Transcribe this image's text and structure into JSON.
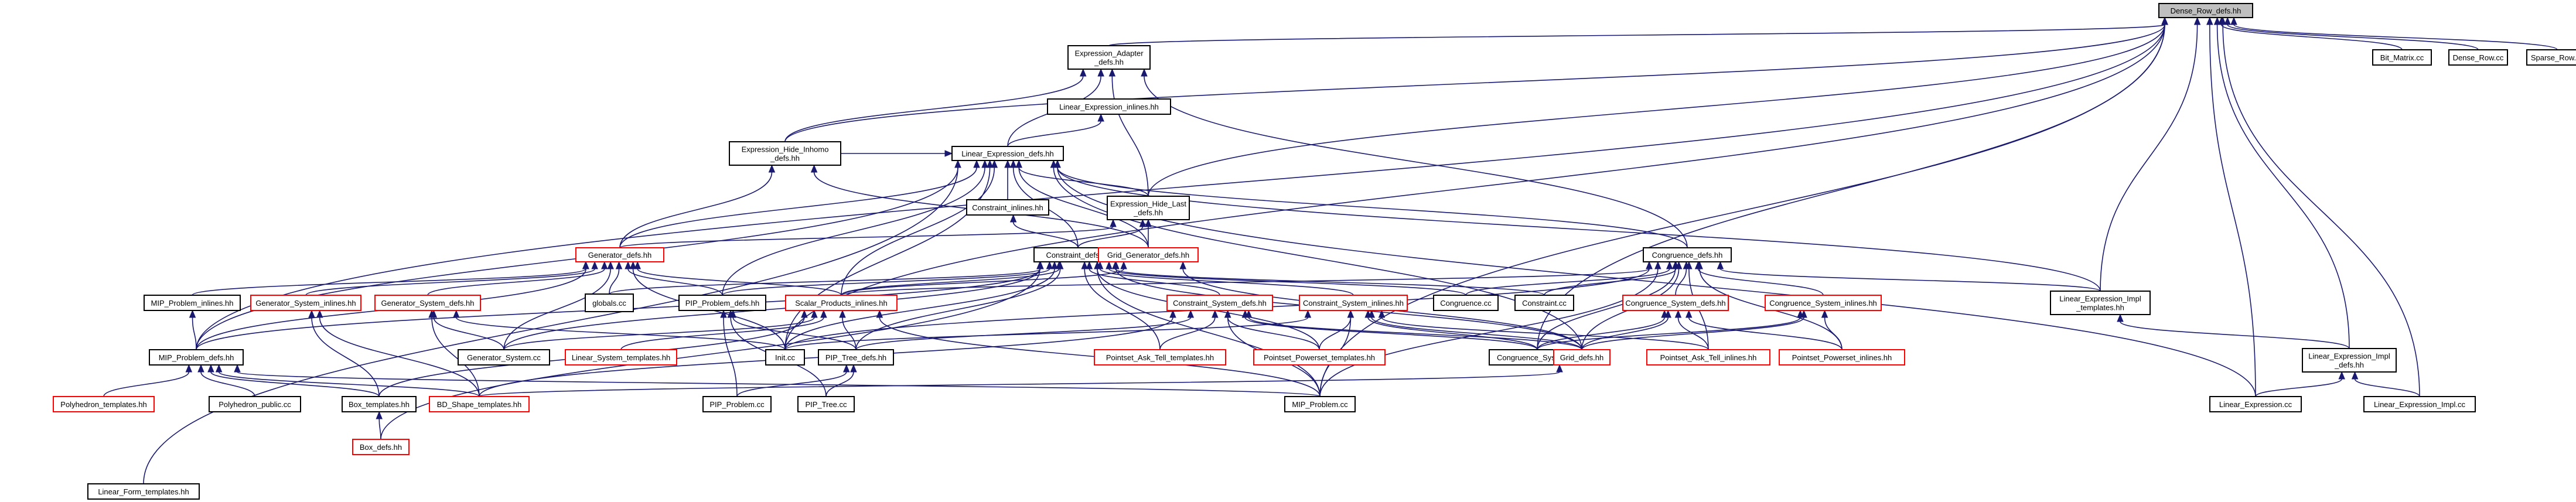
{
  "graph": {
    "root": "dense_row",
    "edge_color": "#191970",
    "nodes": [
      {
        "id": "dense_row",
        "lines": [
          "Dense_Row_defs.hh"
        ],
        "style": "root"
      },
      {
        "id": "bit_matrix",
        "lines": [
          "Bit_Matrix.cc"
        ],
        "style": "black"
      },
      {
        "id": "dense_row_cc",
        "lines": [
          "Dense_Row.cc"
        ],
        "style": "black"
      },
      {
        "id": "sparse_row_cc",
        "lines": [
          "Sparse_Row.cc"
        ],
        "style": "black"
      },
      {
        "id": "expr_adapter",
        "lines": [
          "Expression_Adapter",
          "_defs.hh"
        ],
        "style": "black"
      },
      {
        "id": "le_inlines",
        "lines": [
          "Linear_Expression_inlines.hh"
        ],
        "style": "black"
      },
      {
        "id": "expr_hide_inhomo",
        "lines": [
          "Expression_Hide_Inhomo",
          "_defs.hh"
        ],
        "style": "black"
      },
      {
        "id": "le_defs",
        "lines": [
          "Linear_Expression_defs.hh"
        ],
        "style": "black"
      },
      {
        "id": "constraint_inlines",
        "lines": [
          "Constraint_inlines.hh"
        ],
        "style": "black"
      },
      {
        "id": "expr_hide_last",
        "lines": [
          "Expression_Hide_Last",
          "_defs.hh"
        ],
        "style": "black"
      },
      {
        "id": "generator_defs",
        "lines": [
          "Generator_defs.hh"
        ],
        "style": "red"
      },
      {
        "id": "constraint_defs",
        "lines": [
          "Constraint_defs.hh"
        ],
        "style": "black"
      },
      {
        "id": "grid_generator_defs",
        "lines": [
          "Grid_Generator_defs.hh"
        ],
        "style": "red"
      },
      {
        "id": "congruence_defs",
        "lines": [
          "Congruence_defs.hh"
        ],
        "style": "black"
      },
      {
        "id": "mip_problem_inlines",
        "lines": [
          "MIP_Problem_inlines.hh"
        ],
        "style": "black"
      },
      {
        "id": "generator_system_inlines",
        "lines": [
          "Generator_System_inlines.hh"
        ],
        "style": "red"
      },
      {
        "id": "generator_system_defs",
        "lines": [
          "Generator_System_defs.hh"
        ],
        "style": "red"
      },
      {
        "id": "globals_cc",
        "lines": [
          "globals.cc"
        ],
        "style": "black"
      },
      {
        "id": "pip_problem_defs",
        "lines": [
          "PIP_Problem_defs.hh"
        ],
        "style": "black"
      },
      {
        "id": "scalar_products_inlines",
        "lines": [
          "Scalar_Products_inlines.hh"
        ],
        "style": "red"
      },
      {
        "id": "constraint_system_defs",
        "lines": [
          "Constraint_System_defs.hh"
        ],
        "style": "red"
      },
      {
        "id": "constraint_system_inlines",
        "lines": [
          "Constraint_System_inlines.hh"
        ],
        "style": "red"
      },
      {
        "id": "congruence_cc",
        "lines": [
          "Congruence.cc"
        ],
        "style": "black"
      },
      {
        "id": "constraint_cc",
        "lines": [
          "Constraint.cc"
        ],
        "style": "black"
      },
      {
        "id": "congruence_system_defs",
        "lines": [
          "Congruence_System_defs.hh"
        ],
        "style": "red"
      },
      {
        "id": "congruence_system_inlines",
        "lines": [
          "Congruence_System_inlines.hh"
        ],
        "style": "red"
      },
      {
        "id": "le_impl_templates",
        "lines": [
          "Linear_Expression_Impl",
          "_templates.hh"
        ],
        "style": "black"
      },
      {
        "id": "mip_problem_defs",
        "lines": [
          "MIP_Problem_defs.hh"
        ],
        "style": "black"
      },
      {
        "id": "generator_system_cc",
        "lines": [
          "Generator_System.cc"
        ],
        "style": "black"
      },
      {
        "id": "linear_system_templates",
        "lines": [
          "Linear_System_templates.hh"
        ],
        "style": "red"
      },
      {
        "id": "init_cc",
        "lines": [
          "Init.cc"
        ],
        "style": "black"
      },
      {
        "id": "pip_tree_defs",
        "lines": [
          "PIP_Tree_defs.hh"
        ],
        "style": "black"
      },
      {
        "id": "pointset_ask_tell_templates",
        "lines": [
          "Pointset_Ask_Tell_templates.hh"
        ],
        "style": "red"
      },
      {
        "id": "pointset_powerset_templates",
        "lines": [
          "Pointset_Powerset_templates.hh"
        ],
        "style": "red"
      },
      {
        "id": "congruence_system_cc",
        "lines": [
          "Congruence_System.cc"
        ],
        "style": "black"
      },
      {
        "id": "grid_defs",
        "lines": [
          "Grid_defs.hh"
        ],
        "style": "red"
      },
      {
        "id": "pointset_ask_tell_inlines",
        "lines": [
          "Pointset_Ask_Tell_inlines.hh"
        ],
        "style": "red"
      },
      {
        "id": "pointset_powerset_inlines",
        "lines": [
          "Pointset_Powerset_inlines.hh"
        ],
        "style": "red"
      },
      {
        "id": "le_impl_defs",
        "lines": [
          "Linear_Expression_Impl",
          "_defs.hh"
        ],
        "style": "black"
      },
      {
        "id": "polyhedron_templates",
        "lines": [
          "Polyhedron_templates.hh"
        ],
        "style": "red"
      },
      {
        "id": "polyhedron_public_cc",
        "lines": [
          "Polyhedron_public.cc"
        ],
        "style": "black"
      },
      {
        "id": "box_templates",
        "lines": [
          "Box_templates.hh"
        ],
        "style": "black"
      },
      {
        "id": "bd_shape_templates",
        "lines": [
          "BD_Shape_templates.hh"
        ],
        "style": "red"
      },
      {
        "id": "pip_problem_cc",
        "lines": [
          "PIP_Problem.cc"
        ],
        "style": "black"
      },
      {
        "id": "pip_tree_cc",
        "lines": [
          "PIP_Tree.cc"
        ],
        "style": "black"
      },
      {
        "id": "mip_problem_cc",
        "lines": [
          "MIP_Problem.cc"
        ],
        "style": "black"
      },
      {
        "id": "linear_expression_cc",
        "lines": [
          "Linear_Expression.cc"
        ],
        "style": "black"
      },
      {
        "id": "le_impl_cc",
        "lines": [
          "Linear_Expression_Impl.cc"
        ],
        "style": "black"
      },
      {
        "id": "box_defs",
        "lines": [
          "Box_defs.hh"
        ],
        "style": "red"
      },
      {
        "id": "linear_form_templates",
        "lines": [
          "Linear_Form_templates.hh"
        ],
        "style": "black"
      }
    ],
    "edges": [
      [
        "expr_adapter",
        "dense_row"
      ],
      [
        "bit_matrix",
        "dense_row"
      ],
      [
        "dense_row_cc",
        "dense_row"
      ],
      [
        "sparse_row_cc",
        "dense_row"
      ],
      [
        "expr_hide_inhomo",
        "dense_row"
      ],
      [
        "expr_hide_last",
        "dense_row"
      ],
      [
        "le_impl_templates",
        "dense_row"
      ],
      [
        "le_impl_defs",
        "dense_row"
      ],
      [
        "linear_expression_cc",
        "dense_row"
      ],
      [
        "le_impl_cc",
        "dense_row"
      ],
      [
        "mip_problem_cc",
        "dense_row"
      ],
      [
        "mip_problem_defs",
        "dense_row"
      ],
      [
        "init_cc",
        "dense_row"
      ],
      [
        "congruence_system_cc",
        "dense_row"
      ],
      [
        "expr_hide_inhomo",
        "expr_adapter"
      ],
      [
        "le_defs",
        "expr_adapter"
      ],
      [
        "expr_hide_last",
        "expr_adapter"
      ],
      [
        "congruence_defs",
        "expr_adapter"
      ],
      [
        "le_defs",
        "le_inlines"
      ],
      [
        "generator_defs",
        "expr_hide_inhomo"
      ],
      [
        "grid_generator_defs",
        "expr_hide_inhomo"
      ],
      [
        "expr_hide_inhomo",
        "le_defs"
      ],
      [
        "expr_hide_last",
        "le_defs"
      ],
      [
        "constraint_inlines",
        "le_defs"
      ],
      [
        "constraint_defs",
        "le_defs"
      ],
      [
        "generator_defs",
        "le_defs"
      ],
      [
        "grid_generator_defs",
        "le_defs"
      ],
      [
        "congruence_defs",
        "le_defs"
      ],
      [
        "pip_problem_defs",
        "le_defs"
      ],
      [
        "scalar_products_inlines",
        "le_defs"
      ],
      [
        "mip_problem_defs",
        "le_defs"
      ],
      [
        "le_impl_templates",
        "le_defs"
      ],
      [
        "linear_expression_cc",
        "le_defs"
      ],
      [
        "linear_form_templates",
        "le_defs"
      ],
      [
        "init_cc",
        "le_defs"
      ],
      [
        "grid_defs",
        "le_defs"
      ],
      [
        "constraint_defs",
        "constraint_inlines"
      ],
      [
        "constraint_defs",
        "expr_hide_last"
      ],
      [
        "generator_defs",
        "expr_hide_last"
      ],
      [
        "grid_generator_defs",
        "expr_hide_last"
      ],
      [
        "mip_problem_inlines",
        "generator_defs"
      ],
      [
        "generator_system_inlines",
        "generator_defs"
      ],
      [
        "generator_system_defs",
        "generator_defs"
      ],
      [
        "globals_cc",
        "generator_defs"
      ],
      [
        "pip_problem_defs",
        "generator_defs"
      ],
      [
        "scalar_products_inlines",
        "generator_defs"
      ],
      [
        "mip_problem_defs",
        "generator_defs"
      ],
      [
        "generator_system_cc",
        "generator_defs"
      ],
      [
        "init_cc",
        "generator_defs"
      ],
      [
        "mip_problem_defs",
        "constraint_defs"
      ],
      [
        "scalar_products_inlines",
        "constraint_defs"
      ],
      [
        "pip_problem_defs",
        "constraint_defs"
      ],
      [
        "constraint_system_defs",
        "constraint_defs"
      ],
      [
        "constraint_system_inlines",
        "constraint_defs"
      ],
      [
        "congruence_cc",
        "constraint_defs"
      ],
      [
        "constraint_cc",
        "constraint_defs"
      ],
      [
        "globals_cc",
        "constraint_defs"
      ],
      [
        "init_cc",
        "constraint_defs"
      ],
      [
        "pip_tree_defs",
        "constraint_defs"
      ],
      [
        "box_defs",
        "constraint_defs"
      ],
      [
        "pointset_ask_tell_templates",
        "constraint_defs"
      ],
      [
        "pointset_powerset_templates",
        "constraint_defs"
      ],
      [
        "grid_defs",
        "constraint_defs"
      ],
      [
        "mip_problem_cc",
        "constraint_defs"
      ],
      [
        "generator_system_cc",
        "constraint_defs"
      ],
      [
        "scalar_products_inlines",
        "grid_generator_defs"
      ],
      [
        "grid_defs",
        "grid_generator_defs"
      ],
      [
        "congruence_system_defs",
        "congruence_defs"
      ],
      [
        "congruence_system_inlines",
        "congruence_defs"
      ],
      [
        "congruence_cc",
        "congruence_defs"
      ],
      [
        "constraint_cc",
        "congruence_defs"
      ],
      [
        "le_impl_templates",
        "congruence_defs"
      ],
      [
        "grid_defs",
        "congruence_defs"
      ],
      [
        "scalar_products_inlines",
        "congruence_defs"
      ],
      [
        "congruence_system_cc",
        "congruence_defs"
      ],
      [
        "pointset_ask_tell_inlines",
        "congruence_defs"
      ],
      [
        "pointset_powerset_inlines",
        "congruence_defs"
      ],
      [
        "init_cc",
        "congruence_defs"
      ],
      [
        "mip_problem_cc",
        "congruence_defs"
      ],
      [
        "mip_problem_defs",
        "mip_problem_inlines"
      ],
      [
        "box_templates",
        "generator_system_inlines"
      ],
      [
        "bd_shape_templates",
        "generator_system_inlines"
      ],
      [
        "generator_system_cc",
        "generator_system_defs"
      ],
      [
        "bd_shape_templates",
        "generator_system_defs"
      ],
      [
        "init_cc",
        "generator_system_defs"
      ],
      [
        "pip_tree_defs",
        "pip_problem_defs"
      ],
      [
        "pip_problem_cc",
        "pip_problem_defs"
      ],
      [
        "pip_tree_cc",
        "pip_problem_defs"
      ],
      [
        "generator_system_cc",
        "scalar_products_inlines"
      ],
      [
        "linear_system_templates",
        "scalar_products_inlines"
      ],
      [
        "pip_tree_defs",
        "scalar_products_inlines"
      ],
      [
        "mip_problem_cc",
        "scalar_products_inlines"
      ],
      [
        "box_templates",
        "scalar_products_inlines"
      ],
      [
        "pip_tree_defs",
        "constraint_system_defs"
      ],
      [
        "pointset_ask_tell_templates",
        "constraint_system_defs"
      ],
      [
        "pointset_powerset_templates",
        "constraint_system_defs"
      ],
      [
        "congruence_system_cc",
        "constraint_system_defs"
      ],
      [
        "grid_defs",
        "constraint_system_defs"
      ],
      [
        "mip_problem_cc",
        "constraint_system_defs"
      ],
      [
        "bd_shape_templates",
        "constraint_system_defs"
      ],
      [
        "pointset_powerset_templates",
        "constraint_system_inlines"
      ],
      [
        "congruence_system_cc",
        "constraint_system_inlines"
      ],
      [
        "grid_defs",
        "constraint_system_inlines"
      ],
      [
        "pointset_ask_tell_inlines",
        "constraint_system_inlines"
      ],
      [
        "mip_problem_cc",
        "constraint_system_inlines"
      ],
      [
        "init_cc",
        "constraint_system_inlines"
      ],
      [
        "congruence_system_cc",
        "congruence_system_defs"
      ],
      [
        "grid_defs",
        "congruence_system_defs"
      ],
      [
        "pointset_ask_tell_inlines",
        "congruence_system_defs"
      ],
      [
        "pointset_powerset_inlines",
        "congruence_system_defs"
      ],
      [
        "grid_defs",
        "congruence_system_inlines"
      ],
      [
        "pointset_powerset_inlines",
        "congruence_system_inlines"
      ],
      [
        "congruence_system_cc",
        "congruence_system_inlines"
      ],
      [
        "le_impl_defs",
        "le_impl_templates"
      ],
      [
        "linear_expression_cc",
        "le_impl_defs"
      ],
      [
        "le_impl_cc",
        "le_impl_defs"
      ],
      [
        "polyhedron_templates",
        "mip_problem_defs"
      ],
      [
        "polyhedron_public_cc",
        "mip_problem_defs"
      ],
      [
        "box_templates",
        "mip_problem_defs"
      ],
      [
        "bd_shape_templates",
        "mip_problem_defs"
      ],
      [
        "mip_problem_cc",
        "mip_problem_defs"
      ],
      [
        "pip_problem_cc",
        "pip_tree_defs"
      ],
      [
        "pip_tree_cc",
        "pip_tree_defs"
      ],
      [
        "bd_shape_templates",
        "grid_defs"
      ],
      [
        "box_defs",
        "box_templates"
      ]
    ]
  }
}
